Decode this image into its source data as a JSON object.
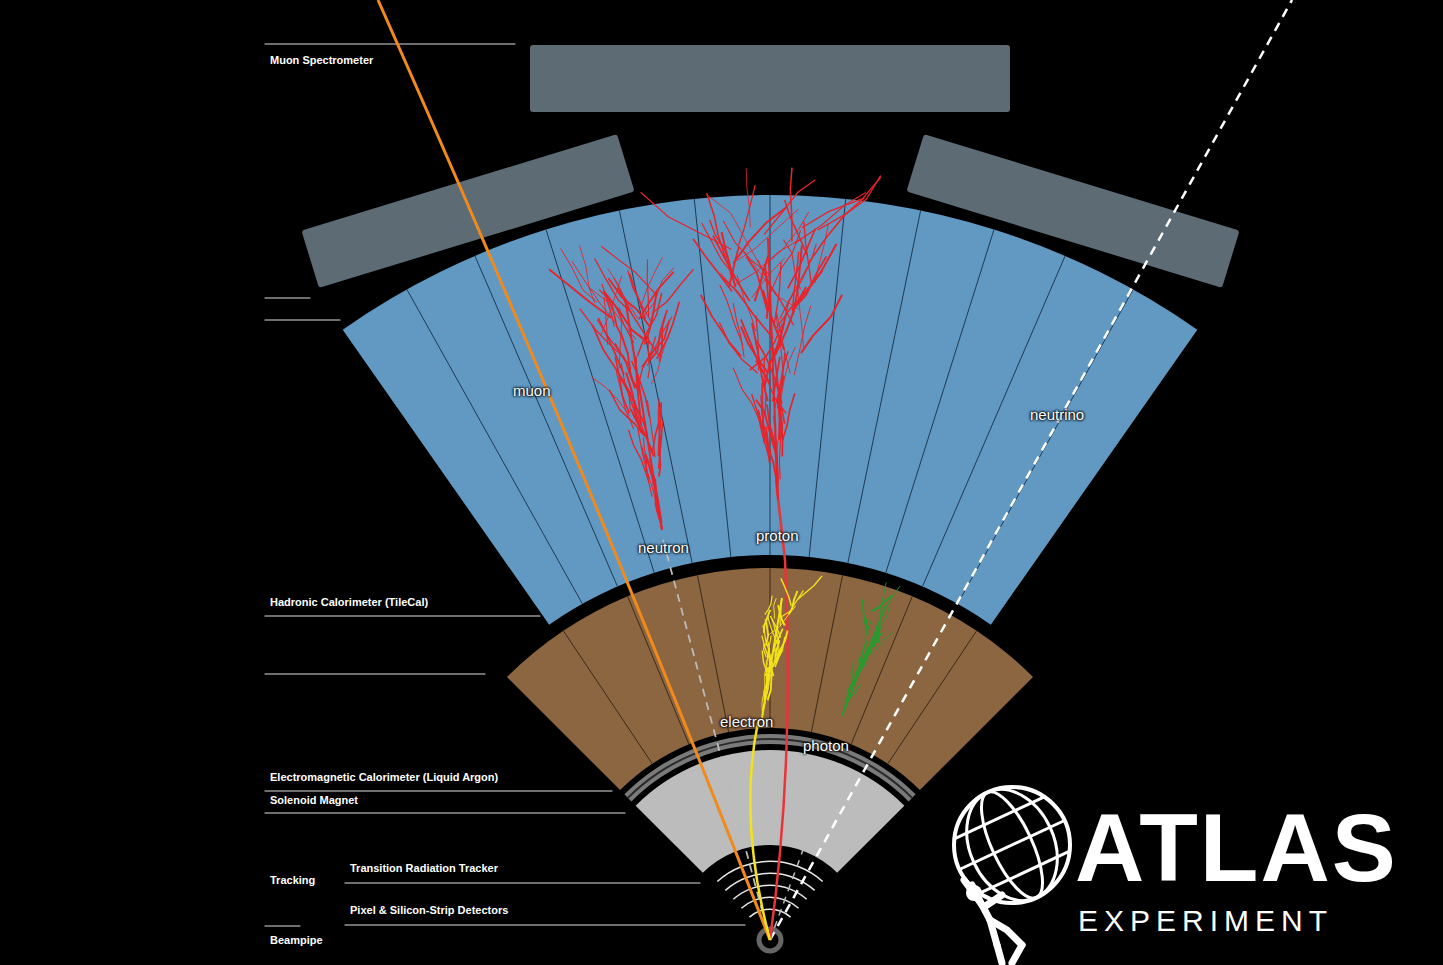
{
  "diagram": {
    "labels": [
      "Muon Spectrometer",
      "Hadronic Calorimeter (TileCal)",
      "Electromagnetic Calorimeter (Liquid Argon)",
      "Solenoid Magnet",
      "Tracking",
      "Transition Radiation Tracker",
      "Pixel & Silicon-Strip Detectors",
      "Beampipe",
      "muon",
      "neutron",
      "proton",
      "neutrino",
      "electron",
      "photon",
      "ATLAS",
      "EXPERIMENT"
    ]
  }
}
